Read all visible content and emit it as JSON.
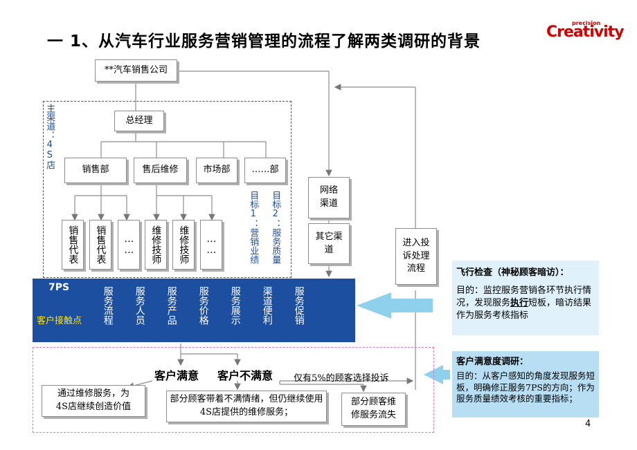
{
  "title": "一 1、从汽车行业服务营销管理的流程了解两类调研的背景",
  "logo": {
    "small": "precision",
    "main": "Creativity"
  },
  "org": {
    "company": "**汽车销售公司",
    "gm": "总经理",
    "depts": [
      "销售部",
      "售后维修",
      "市场部",
      "……部"
    ],
    "sales_staff": [
      "销售代表",
      "销售代表",
      "……"
    ],
    "service_staff": [
      "维修技师",
      "维修技师",
      "……"
    ],
    "main_channel": "主渠道：4S店",
    "goal1": "目标1：营销业绩",
    "goal2": "目标2：服务质量"
  },
  "channels": {
    "online": "网络渠道",
    "other": "其它渠道",
    "complaint": "进入投诉处理流程"
  },
  "touchpoints": {
    "title": "7PS",
    "subtitle": "客户接触点",
    "items": [
      "服务流程",
      "服务人员",
      "服务产品",
      "服务价格",
      "服务展示",
      "渠道便利",
      "服务促销"
    ]
  },
  "outcomes": {
    "satisfied": "客户满意",
    "unsatisfied": "客户不满意",
    "complaint_note": "仅有5%的顾客选择投诉",
    "box1": "通过维修服务，为4S店继续创造价值",
    "box2": "部分顾客带着不满情绪，但仍继续使用4S店提供的维修服务；",
    "box3": "部分顾客维修服务流失"
  },
  "panels": {
    "mystery": {
      "title": "飞行检查（神秘顾客暗访）：",
      "body_pre": "目的：监控服务营销各环节执行情况，发现服务",
      "body_em": "执行",
      "body_post": "短板，暗访结果作为服务考核指标"
    },
    "satisfaction": {
      "title": "客户满意度调研：",
      "body": "目的：从客户感知的角度发现服务短板，明确修正服务7PS的方向；作为服务质量绩效考核的重要指标；"
    }
  },
  "page_number": "4",
  "colors": {
    "band": "#1c4f9f",
    "arrow": "#8fd1ec",
    "panel1": "#e0f1fb",
    "panel2": "#b7def3",
    "highlight": "#ffe000",
    "logo": "#d40000"
  }
}
